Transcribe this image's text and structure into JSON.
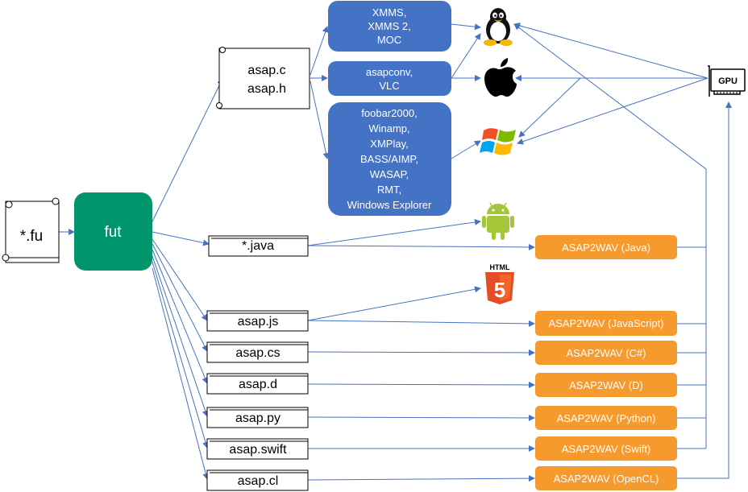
{
  "source": {
    "label": "*.fu"
  },
  "transpiler": {
    "label": "fut"
  },
  "outputs": {
    "c": [
      "asap.c",
      "asap.h"
    ],
    "java": "*.java",
    "js": "asap.js",
    "cs": "asap.cs",
    "d": "asap.d",
    "py": "asap.py",
    "swift": "asap.swift",
    "cl": "asap.cl"
  },
  "players": {
    "linux": [
      "XMMS,",
      "XMMS 2,",
      "MOC"
    ],
    "mac": [
      "asapconv,",
      "VLC"
    ],
    "windows": [
      "foobar2000,",
      "Winamp,",
      "XMPlay,",
      "BASS/AIMP,",
      "WASAP,",
      "RMT,",
      "Windows Explorer"
    ]
  },
  "asap2wav": {
    "java": "ASAP2WAV (Java)",
    "js": "ASAP2WAV (JavaScript)",
    "cs": "ASAP2WAV (C#)",
    "d": "ASAP2WAV (D)",
    "py": "ASAP2WAV (Python)",
    "swift": "ASAP2WAV (Swift)",
    "cl": "ASAP2WAV (OpenCL)"
  },
  "platforms": {
    "linux": "linux-tux-icon",
    "apple": "apple-icon",
    "windows": "windows-icon",
    "android": "android-icon",
    "html5": "html5-icon",
    "gpu": "gpu-card-icon"
  },
  "icon_text": {
    "html": "HTML",
    "five": "5",
    "gpu": "GPU"
  },
  "colors": {
    "blue_box": "#4472C4",
    "green_box": "#00956C",
    "orange_box": "#F79A2E",
    "connector": "#4472C4",
    "android_green": "#A4C639",
    "html5_orange": "#E44D26"
  }
}
